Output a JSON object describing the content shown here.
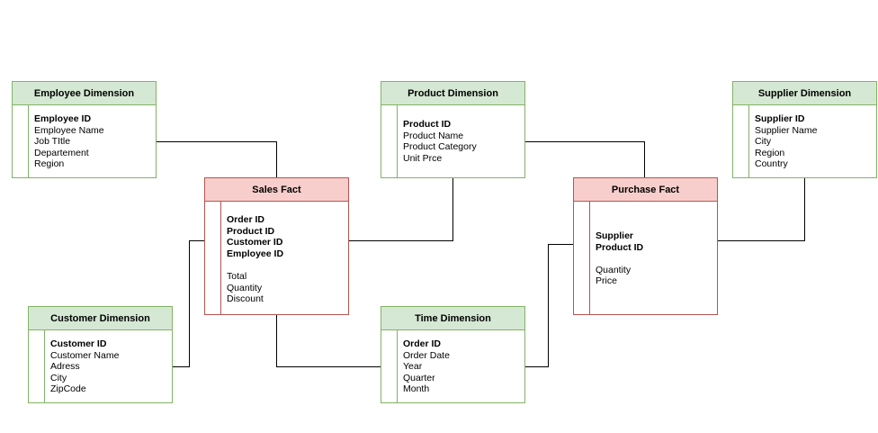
{
  "colors": {
    "dimension_fill": "#d5e8d4",
    "dimension_stroke": "#82b366",
    "fact_fill": "#f8cecc",
    "fact_stroke": "#b85450",
    "connector": "#000000"
  },
  "entities": [
    {
      "id": "employee-dimension",
      "kind": "dimension",
      "title": "Employee Dimension",
      "fields": [
        {
          "text": "Employee ID",
          "key": true
        },
        {
          "text": "Employee Name",
          "key": false
        },
        {
          "text": "Job TItle",
          "key": false
        },
        {
          "text": "Departement",
          "key": false
        },
        {
          "text": "Region",
          "key": false
        }
      ]
    },
    {
      "id": "product-dimension",
      "kind": "dimension",
      "title": "Product Dimension",
      "fields": [
        {
          "text": "Product ID",
          "key": true
        },
        {
          "text": "Product Name",
          "key": false
        },
        {
          "text": "Product Category",
          "key": false
        },
        {
          "text": "Unit Prce",
          "key": false
        }
      ]
    },
    {
      "id": "supplier-dimension",
      "kind": "dimension",
      "title": "Supplier Dimension",
      "fields": [
        {
          "text": "Supplier ID",
          "key": true
        },
        {
          "text": "Supplier Name",
          "key": false
        },
        {
          "text": "City",
          "key": false
        },
        {
          "text": "Region",
          "key": false
        },
        {
          "text": "Country",
          "key": false
        }
      ]
    },
    {
      "id": "sales-fact",
      "kind": "fact",
      "title": "Sales Fact",
      "fields": [
        {
          "text": "Order ID",
          "key": true
        },
        {
          "text": "Product ID",
          "key": true
        },
        {
          "text": "Customer ID",
          "key": true
        },
        {
          "text": "Employee ID",
          "key": true
        },
        {
          "text": "",
          "key": false
        },
        {
          "text": "Total",
          "key": false
        },
        {
          "text": "Quantity",
          "key": false
        },
        {
          "text": "Discount",
          "key": false
        }
      ]
    },
    {
      "id": "purchase-fact",
      "kind": "fact",
      "title": "Purchase Fact",
      "fields": [
        {
          "text": "Supplier",
          "key": true
        },
        {
          "text": "Product ID",
          "key": true
        },
        {
          "text": "",
          "key": false
        },
        {
          "text": "Quantity",
          "key": false
        },
        {
          "text": "Price",
          "key": false
        }
      ]
    },
    {
      "id": "customer-dimension",
      "kind": "dimension",
      "title": "Customer Dimension",
      "fields": [
        {
          "text": "Customer ID",
          "key": true
        },
        {
          "text": "Customer Name",
          "key": false
        },
        {
          "text": "Adress",
          "key": false
        },
        {
          "text": "City",
          "key": false
        },
        {
          "text": "ZipCode",
          "key": false
        }
      ]
    },
    {
      "id": "time-dimension",
      "kind": "dimension",
      "title": "Time Dimension",
      "fields": [
        {
          "text": "Order ID",
          "key": true
        },
        {
          "text": "Order Date",
          "key": false
        },
        {
          "text": "Year",
          "key": false
        },
        {
          "text": "Quarter",
          "key": false
        },
        {
          "text": "Month",
          "key": false
        }
      ]
    }
  ],
  "relationships": [
    {
      "from": "employee-dimension",
      "to": "sales-fact"
    },
    {
      "from": "product-dimension",
      "to": "sales-fact"
    },
    {
      "from": "customer-dimension",
      "to": "sales-fact"
    },
    {
      "from": "time-dimension",
      "to": "sales-fact"
    },
    {
      "from": "product-dimension",
      "to": "purchase-fact"
    },
    {
      "from": "supplier-dimension",
      "to": "purchase-fact"
    },
    {
      "from": "time-dimension",
      "to": "purchase-fact"
    }
  ]
}
